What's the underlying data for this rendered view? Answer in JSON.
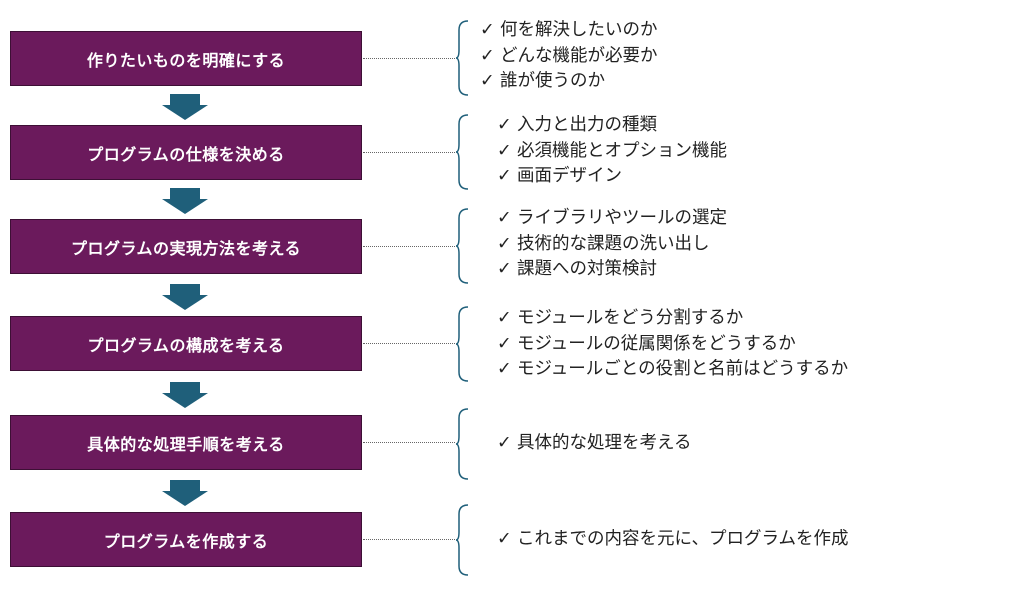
{
  "colors": {
    "step_fill": "#6b1a5c",
    "arrow_fill": "#1f5f7a",
    "brace": "#1f5f7a"
  },
  "steps": [
    {
      "label": "作りたいものを明確にする",
      "items": [
        "何を解決したいのか",
        "どんな機能が必要か",
        "誰が使うのか"
      ]
    },
    {
      "label": "プログラムの仕様を決める",
      "items": [
        "入力と出力の種類",
        "必須機能とオプション機能",
        "画面デザイン"
      ]
    },
    {
      "label": "プログラムの実現方法を考える",
      "items": [
        "ライブラリやツールの選定",
        "技術的な課題の洗い出し",
        "課題への対策検討"
      ]
    },
    {
      "label": "プログラムの構成を考える",
      "items": [
        "モジュールをどう分割するか",
        "モジュールの従属関係をどうするか",
        "モジュールごとの役割と名前はどうするか"
      ]
    },
    {
      "label": "具体的な処理手順を考える",
      "items": [
        "具体的な処理を考える"
      ]
    },
    {
      "label": "プログラムを作成する",
      "items": [
        "これまでの内容を元に、プログラムを作成"
      ]
    }
  ],
  "check_mark": "✓"
}
